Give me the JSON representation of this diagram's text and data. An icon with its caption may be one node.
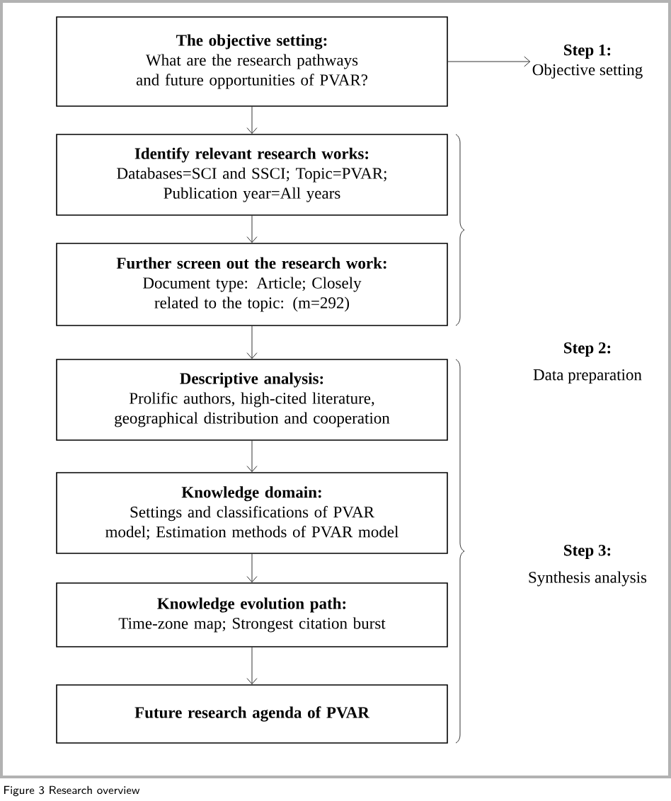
{
  "diagram": {
    "caption": "Figure 3 Research overview",
    "nodes": [
      {
        "text": [
          "The objective setting:",
          "What are the research pathways and future opportunities of PVAR?"
        ]
      },
      {
        "text": [
          "Identify relevant research works:",
          "Databases=SCI and SSCI; Topic=PVAR; Publication year=All years"
        ]
      },
      {
        "text": [
          "Further screen out the research work:",
          "Document type: Article; Closely related to the topic: (m=292)"
        ]
      },
      {
        "text": [
          "Descriptive analysis:",
          "Prolific authors, high-cited literature, geographical distribution and cooperation"
        ]
      },
      {
        "text": [
          "Knowledge domain:",
          "Settings and classifications of PVAR model; Estimation methods of PVAR model"
        ]
      },
      {
        "text": [
          "Knowledge evolution path:",
          "Time-zone map; Strongest citation burst"
        ]
      },
      {
        "text": [
          "Future research agenda of PVAR"
        ]
      },
      {
        "text": [
          "Step 1:",
          "Objective setting"
        ]
      }
    ],
    "edges": [
      {
        "from": 0,
        "to": 1,
        "arrow": "to"
      },
      {
        "from": 1,
        "to": 2,
        "arrow": "to"
      },
      {
        "from": 2,
        "to": 3,
        "arrow": "to"
      },
      {
        "from": 3,
        "to": 4,
        "arrow": "to"
      },
      {
        "from": 4,
        "to": 5,
        "arrow": "to"
      },
      {
        "from": 5,
        "to": 6,
        "arrow": "to"
      },
      {
        "from": 0,
        "to": 7,
        "arrow": "to"
      }
    ],
    "labels": [
      "Step 2:",
      "Data preparation",
      "Step 3:",
      "Synthesis analysis"
    ]
  }
}
